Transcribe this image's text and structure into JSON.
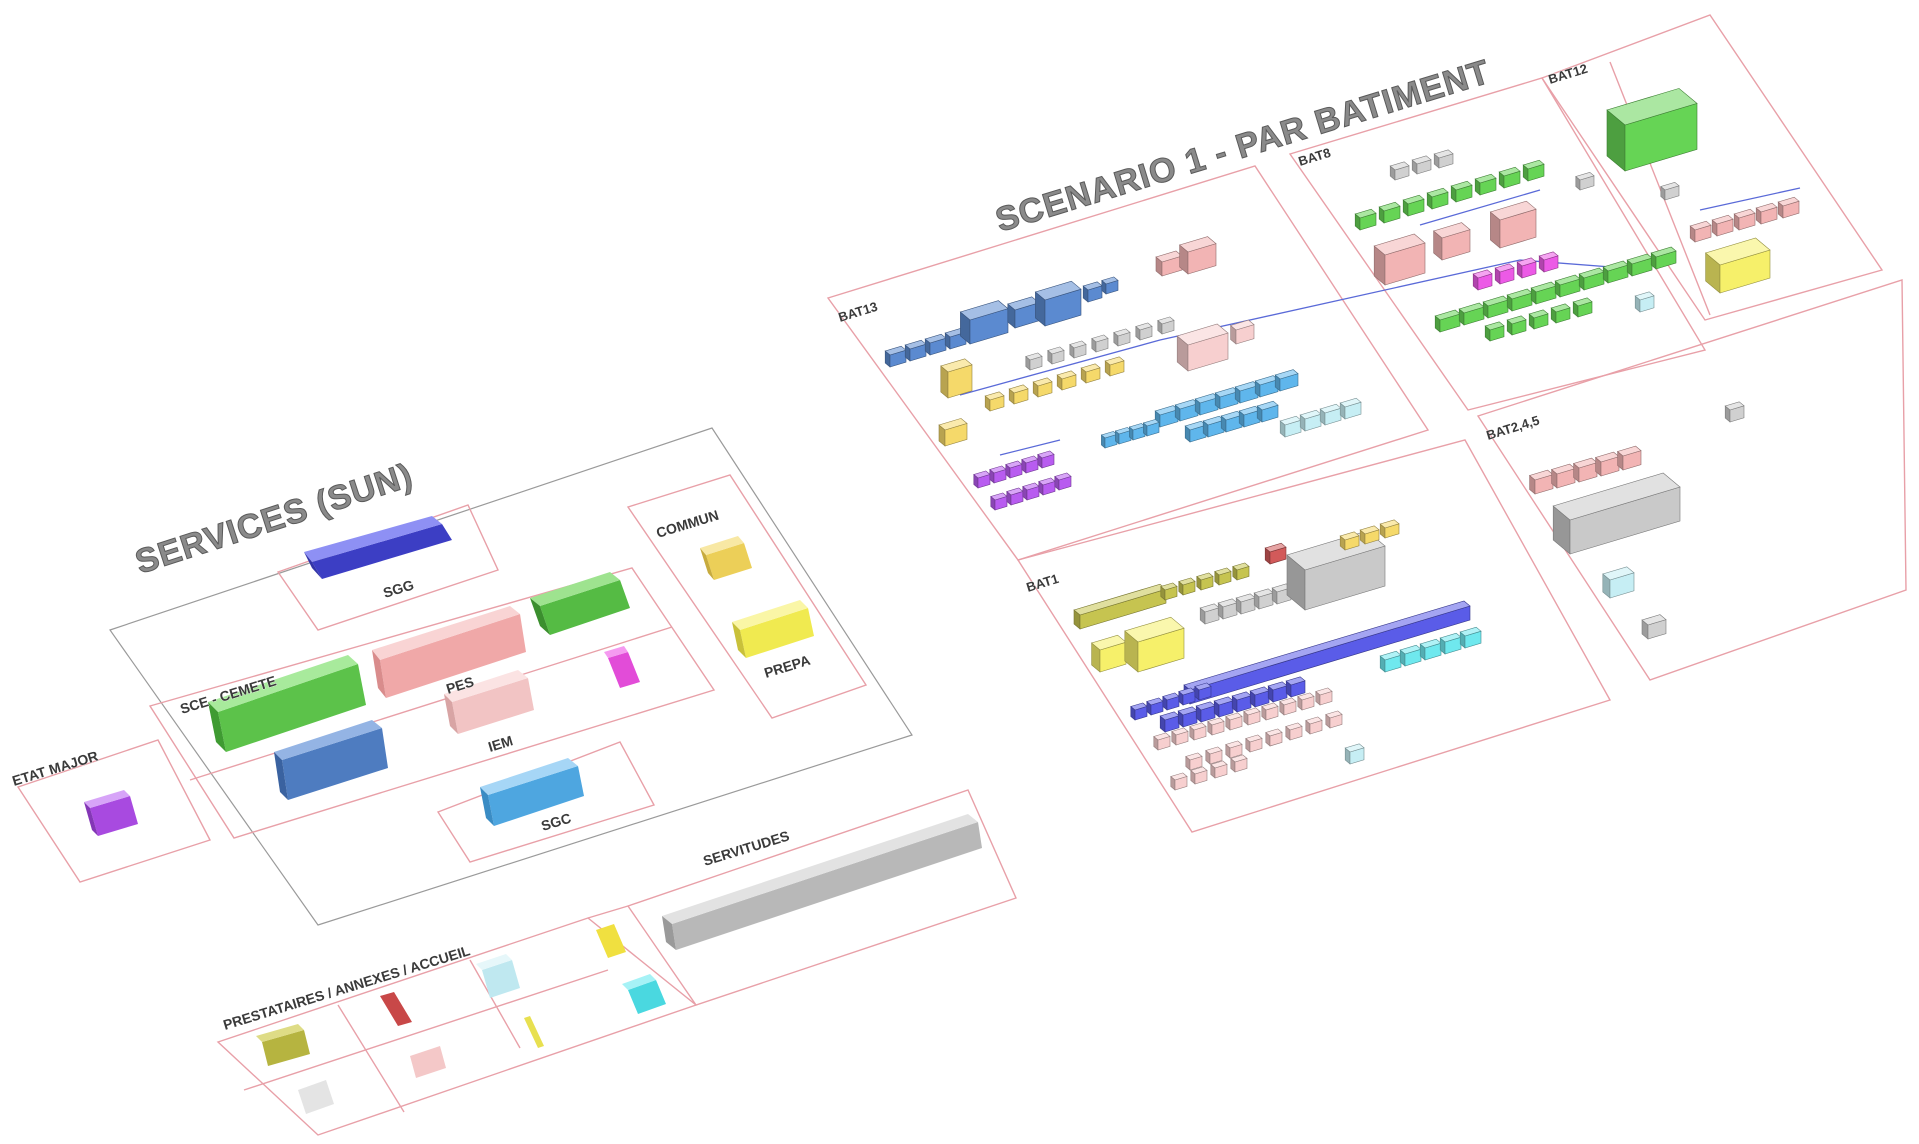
{
  "titles": {
    "services": "SERVICES (SUN)",
    "scenario": "SCENARIO 1 - PAR BATIMENT"
  },
  "services": {
    "sgg": "SGG",
    "sce_cemete": "SCE - CEMETE",
    "pes": "PES",
    "iem": "IEM",
    "sgc": "SGC",
    "commun": "COMMUN",
    "prepa": "PREPA",
    "etat_major": "ETAT MAJOR",
    "servitudes": "SERVITUDES",
    "prestataires": "PRESTATAIRES / ANNEXES / ACCUEIL"
  },
  "buildings": {
    "bat13": "BAT13",
    "bat8": "BAT8",
    "bat12": "BAT12",
    "bat1": "BAT1",
    "bat245": "BAT2,4,5"
  },
  "colors": {
    "sgg": "#5a5ce8",
    "sce": "#66d455",
    "pes": "#f2b4b4",
    "iem": "#f7cfcf",
    "steel": "#5b8ad0",
    "sgc": "#5fb6ec",
    "commun": "#f5d96a",
    "prepa": "#f6f06a",
    "etat": "#b85cf0",
    "servitudes": "#c9c9c9",
    "olive": "#c6c450",
    "red": "#d25a5a",
    "cyan": "#6fe8ee",
    "lightcyan": "#c6eef4",
    "magenta": "#ec5ae6",
    "grey": "#d0d0d0",
    "zone_line": "#e8a0a8"
  }
}
